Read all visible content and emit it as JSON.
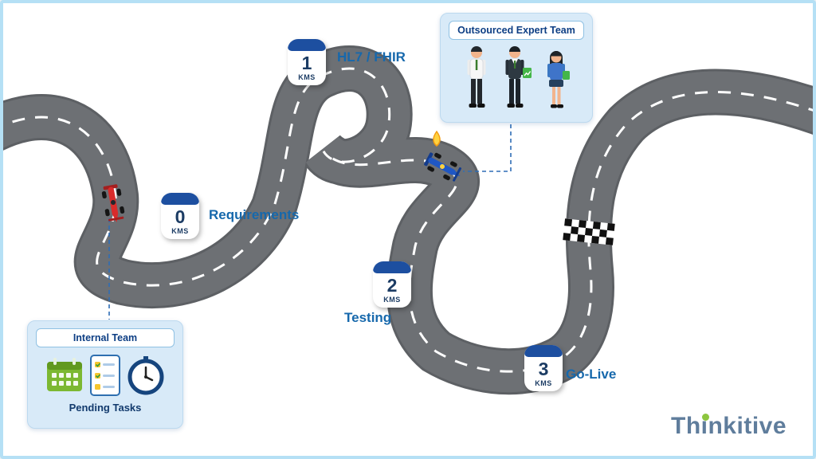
{
  "canvas": {
    "background": "#ffffff",
    "frame_color": "#b5e0f5"
  },
  "milestones": [
    {
      "number": "0",
      "unit": "KMS",
      "label": "Requirements"
    },
    {
      "number": "1",
      "unit": "KMS",
      "label": "HL7 / FHIR"
    },
    {
      "number": "2",
      "unit": "KMS",
      "label": "Testing"
    },
    {
      "number": "3",
      "unit": "KMS",
      "label": "Go-Live"
    }
  ],
  "cards": {
    "outsourced": {
      "title": "Outsourced Expert Team",
      "people": [
        "man-thinking",
        "man-suit-growth-chart",
        "woman-with-folder"
      ]
    },
    "internal": {
      "title": "Internal Team",
      "caption": "Pending Tasks",
      "icons": [
        "calendar-icon",
        "checklist-icon",
        "clock-icon"
      ]
    }
  },
  "logo": {
    "text": "Thinkitive",
    "text_color": "#5f7d9c",
    "accent_color": "#8dc63f"
  },
  "colors": {
    "road": "#6d7074",
    "road_edge": "#5d6064",
    "marker_cap": "#1d4fa0",
    "stage_label": "#1668ac",
    "navy_text": "#123a6d",
    "card_bg": "#d8eaf8",
    "connector": "#2f6db5"
  }
}
